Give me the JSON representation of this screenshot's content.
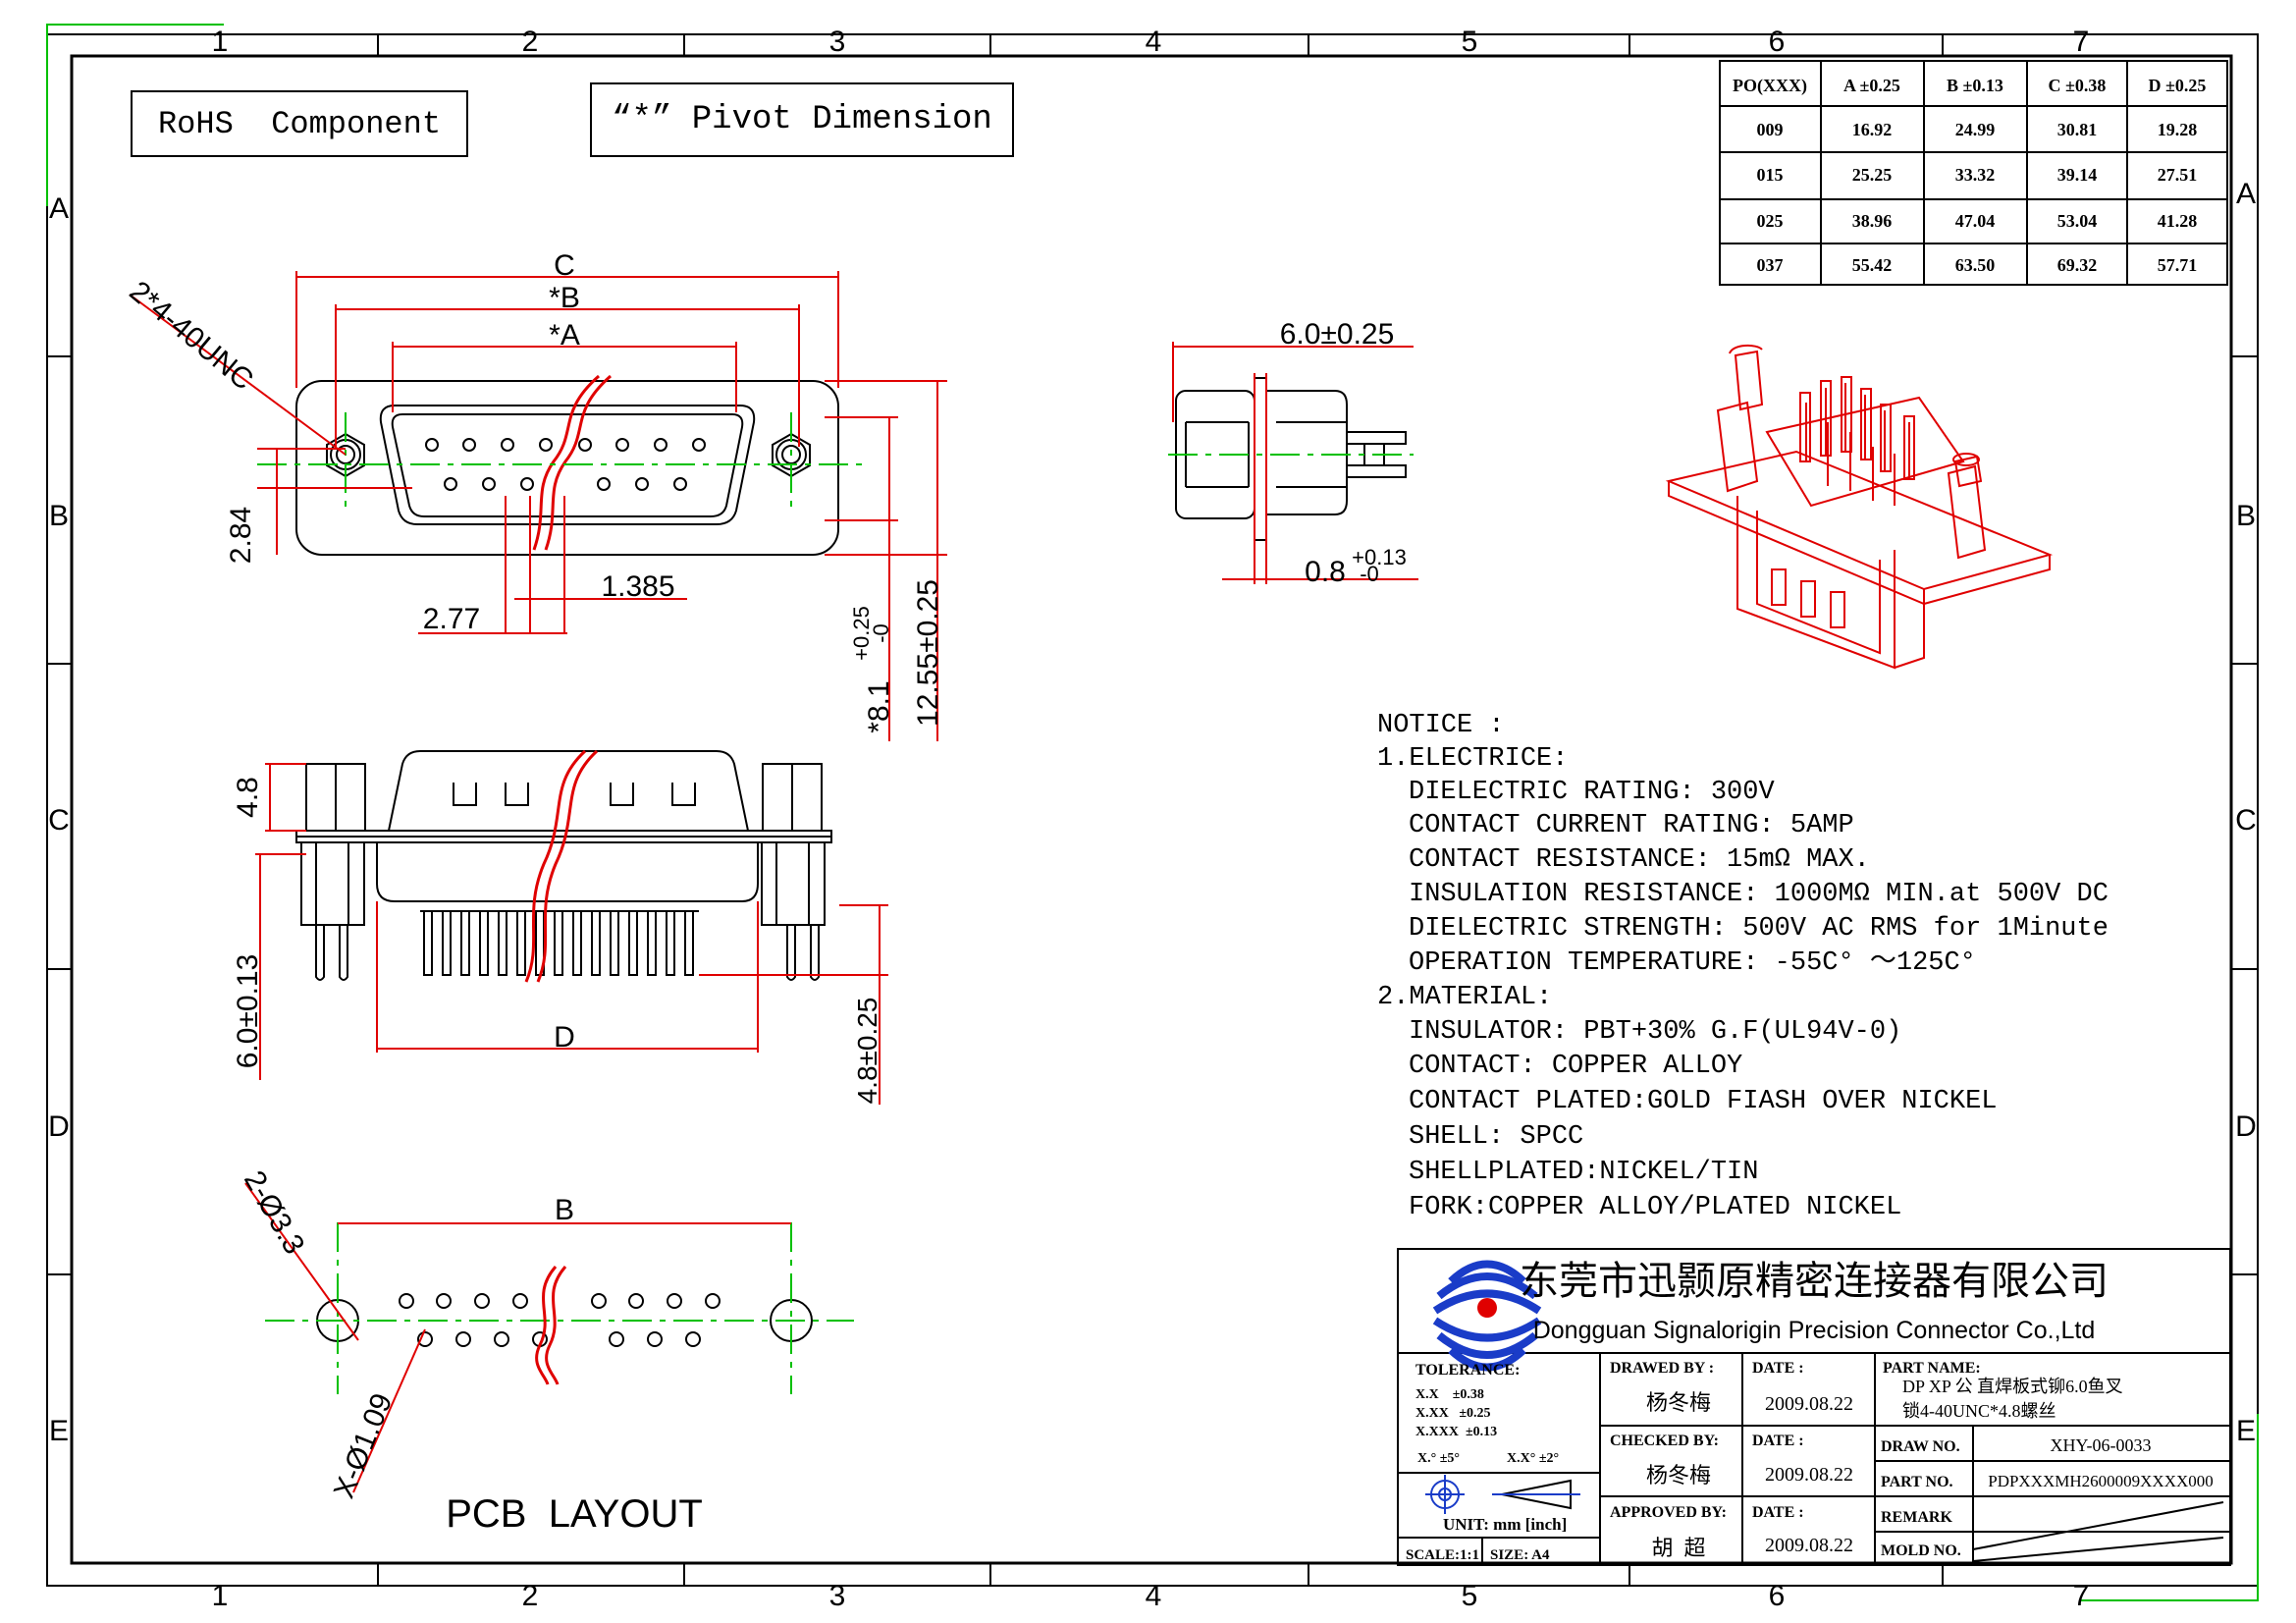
{
  "border": {
    "columns": [
      "1",
      "2",
      "3",
      "4",
      "5",
      "6",
      "7"
    ],
    "rows": [
      "A",
      "B",
      "C",
      "D",
      "E"
    ]
  },
  "notes": {
    "rohs": "RoHS  Component",
    "pivot": "“*” Pivot Dimension"
  },
  "dims_top": {
    "c": "C",
    "b": "*B",
    "a": "*A",
    "unc": "2*4-40UNC",
    "d284": "2.84",
    "d277": "2.77",
    "d1385": "1.385",
    "d81": "*8.1",
    "d81_tol_up": "+0.25",
    "d81_tol_dn": "-0",
    "d1255": "12.55±0.25"
  },
  "dims_side": {
    "width": "6.0±0.25",
    "plate": "0.8",
    "plate_tol_up": "+0.13",
    "plate_tol_dn": "-0"
  },
  "dims_front": {
    "h48": "4.8",
    "h60": "6.0±0.13",
    "d": "D",
    "h48b": "4.8±0.25"
  },
  "pcb": {
    "b": "B",
    "holes": "2-Ø3.3",
    "pins": "X-Ø1.09",
    "title": "PCB  LAYOUT"
  },
  "dim_table": {
    "headers": [
      "PO(XXX)",
      "A ±0.25",
      "B ±0.13",
      "C ±0.38",
      "D ±0.25"
    ],
    "rows": [
      [
        "009",
        "16.92",
        "24.99",
        "30.81",
        "19.28"
      ],
      [
        "015",
        "25.25",
        "33.32",
        "39.14",
        "27.51"
      ],
      [
        "025",
        "38.96",
        "47.04",
        "53.04",
        "41.28"
      ],
      [
        "037",
        "55.42",
        "63.50",
        "69.32",
        "57.71"
      ]
    ]
  },
  "notice": {
    "title": "NOTICE :",
    "lines": [
      {
        "text": "1.ELECTRICE:",
        "indent": false
      },
      {
        "text": "DIELECTRIC RATING: 300V",
        "indent": true
      },
      {
        "text": "CONTACT CURRENT RATING: 5AMP",
        "indent": true
      },
      {
        "text": "CONTACT RESISTANCE: 15mΩ  MAX.",
        "indent": true
      },
      {
        "text": "INSULATION RESISTANCE: 1000MΩ  MIN.at 500V DC",
        "indent": true
      },
      {
        "text": "DIELECTRIC STRENGTH: 500V AC RMS for 1Minute",
        "indent": true
      },
      {
        "text": "OPERATION TEMPERATURE: -55C° ～125C°",
        "indent": true
      },
      {
        "text": "2.MATERIAL:",
        "indent": false
      },
      {
        "text": "INSULATOR: PBT+30% G.F(UL94V-0)",
        "indent": true
      },
      {
        "text": "CONTACT: COPPER ALLOY",
        "indent": true
      },
      {
        "text": "CONTACT PLATED:GOLD FIASH OVER NICKEL",
        "indent": true
      },
      {
        "text": "SHELL: SPCC",
        "indent": true
      },
      {
        "text": "SHELLPLATED:NICKEL/TIN",
        "indent": true
      },
      {
        "text": "FORK:COPPER ALLOY/PLATED NICKEL",
        "indent": true
      }
    ]
  },
  "title_block": {
    "company_cn": "东莞市迅颢原精密连接器有限公司",
    "company_en": "Dongguan Signalorigin Precision Connector Co.,Ltd",
    "tolerance_label": "TOLERANCE:",
    "tolerances": [
      "X.X    ±0.38",
      "X.XX   ±0.25",
      "X.XXX  ±0.13"
    ],
    "angle_tol_1": "X.° ±5°",
    "angle_tol_2": "X.X° ±2°",
    "unit": "UNIT: mm [inch]",
    "scale": "SCALE:1:1",
    "size": "SIZE: A4",
    "drawn_by_label": "DRAWED BY :",
    "drawn_by": "杨冬梅",
    "checked_by_label": "CHECKED BY:",
    "checked_by": "杨冬梅",
    "approved_by_label": "APPROVED BY:",
    "approved_by": "胡  超",
    "date_label": "DATE :",
    "date": "2009.08.22",
    "part_name_label": "PART NAME:",
    "part_name_1": "DP XP 公 直焊板式铆6.0鱼叉",
    "part_name_2": "锁4-40UNC*4.8螺丝",
    "draw_no_label": "DRAW NO.",
    "draw_no": "XHY-06-0033",
    "part_no_label": "PART NO.",
    "part_no": "PDPXXXMH2600009XXXX000",
    "remark_label": "REMARK",
    "mold_no_label": "MOLD NO."
  },
  "colors": {
    "line": "#000000",
    "centerline": "#00c000",
    "dimension": "#e00000",
    "logo": "#1a3cc8"
  }
}
